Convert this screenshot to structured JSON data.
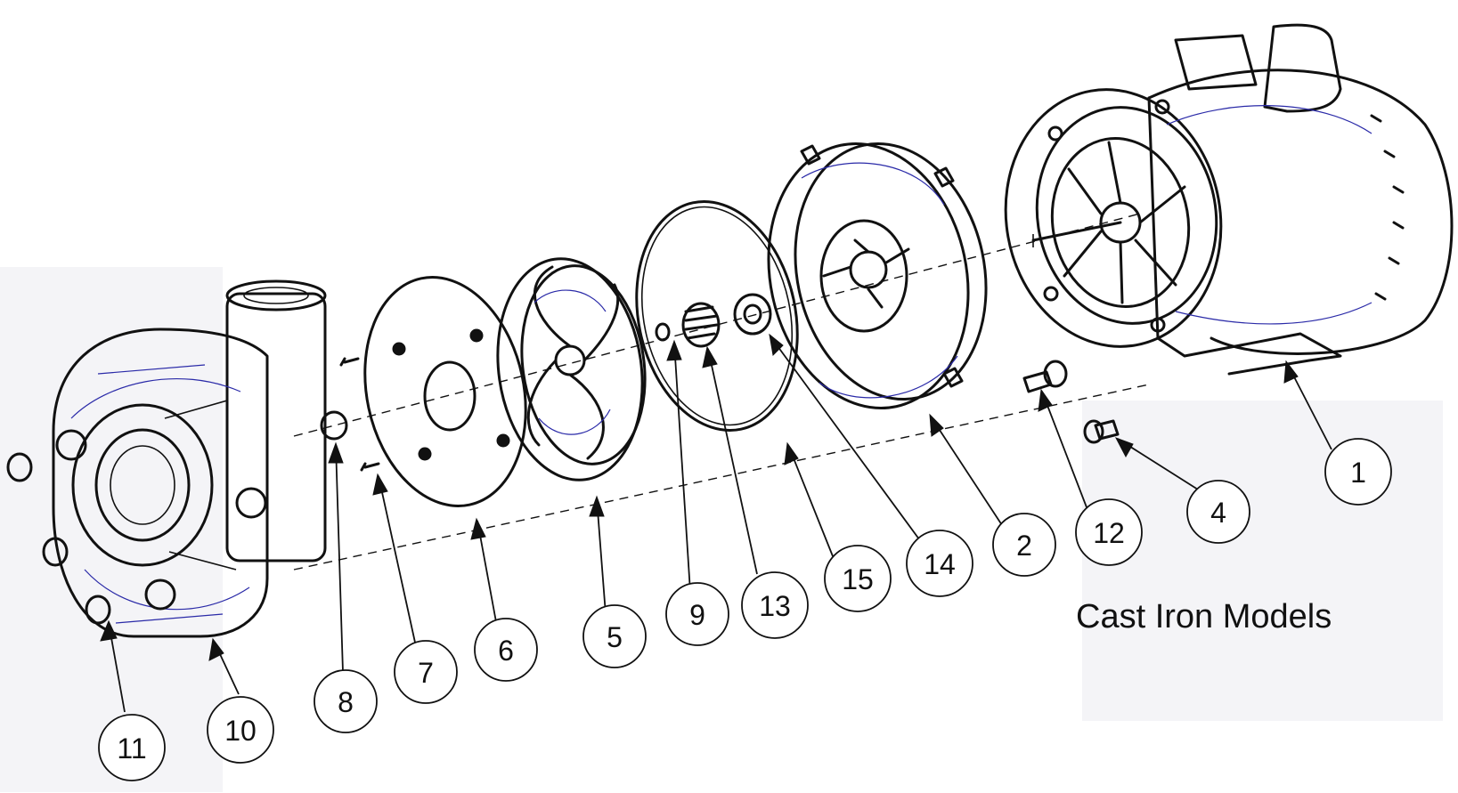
{
  "caption": "Cast Iron Models",
  "colors": {
    "ink": "#111111",
    "accent_lines": "#2a2aa8",
    "background": "#ffffff"
  },
  "parts": [
    {
      "id": "part-10",
      "number": "10",
      "name": "pump-casing"
    },
    {
      "id": "part-11",
      "number": "11",
      "name": "casing-nuts"
    },
    {
      "id": "part-8",
      "number": "8",
      "name": "plug"
    },
    {
      "id": "part-7",
      "number": "7",
      "name": "screws"
    },
    {
      "id": "part-6",
      "number": "6",
      "name": "gasket-plate"
    },
    {
      "id": "part-5",
      "number": "5",
      "name": "impeller"
    },
    {
      "id": "part-9",
      "number": "9",
      "name": "small-washer"
    },
    {
      "id": "part-13",
      "number": "13",
      "name": "shaft-seal"
    },
    {
      "id": "part-15",
      "number": "15",
      "name": "o-ring"
    },
    {
      "id": "part-14",
      "number": "14",
      "name": "seal-seat"
    },
    {
      "id": "part-2",
      "number": "2",
      "name": "seal-plate-bracket"
    },
    {
      "id": "part-12",
      "number": "12",
      "name": "stud-bolt"
    },
    {
      "id": "part-4",
      "number": "4",
      "name": "hex-bolt"
    },
    {
      "id": "part-1",
      "number": "1",
      "name": "motor"
    }
  ]
}
